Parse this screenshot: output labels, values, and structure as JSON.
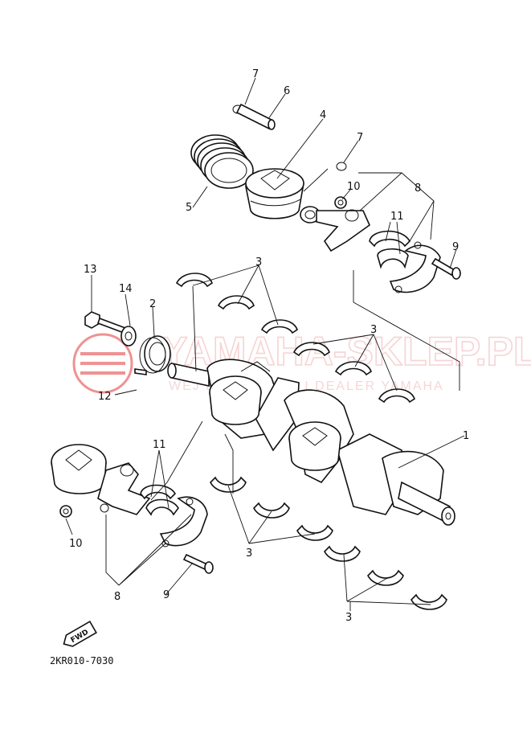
{
  "diagram": {
    "catalog_code": "2KR010-7030",
    "fwd_label": "FWD",
    "watermark": {
      "main": "YAMAHA-SKLEP.PL",
      "sub": "WEJ ŁOWSKI TEZ I DEALER YAMAHA",
      "color": "#e23a3a"
    },
    "callouts": [
      {
        "id": "c7a",
        "label": "7"
      },
      {
        "id": "c6",
        "label": "6"
      },
      {
        "id": "c4",
        "label": "4"
      },
      {
        "id": "c7b",
        "label": "7"
      },
      {
        "id": "c10a",
        "label": "10"
      },
      {
        "id": "c8a",
        "label": "8"
      },
      {
        "id": "c11a",
        "label": "11"
      },
      {
        "id": "c9a",
        "label": "9"
      },
      {
        "id": "c5",
        "label": "5"
      },
      {
        "id": "c13",
        "label": "13"
      },
      {
        "id": "c14",
        "label": "14"
      },
      {
        "id": "c2",
        "label": "2"
      },
      {
        "id": "c3a",
        "label": "3"
      },
      {
        "id": "c3b",
        "label": "3"
      },
      {
        "id": "c12",
        "label": "12"
      },
      {
        "id": "c1",
        "label": "1"
      },
      {
        "id": "c11b",
        "label": "11"
      },
      {
        "id": "c10b",
        "label": "10"
      },
      {
        "id": "c8b",
        "label": "8"
      },
      {
        "id": "c9b",
        "label": "9"
      },
      {
        "id": "c3c",
        "label": "3"
      },
      {
        "id": "c3d",
        "label": "3"
      }
    ]
  }
}
